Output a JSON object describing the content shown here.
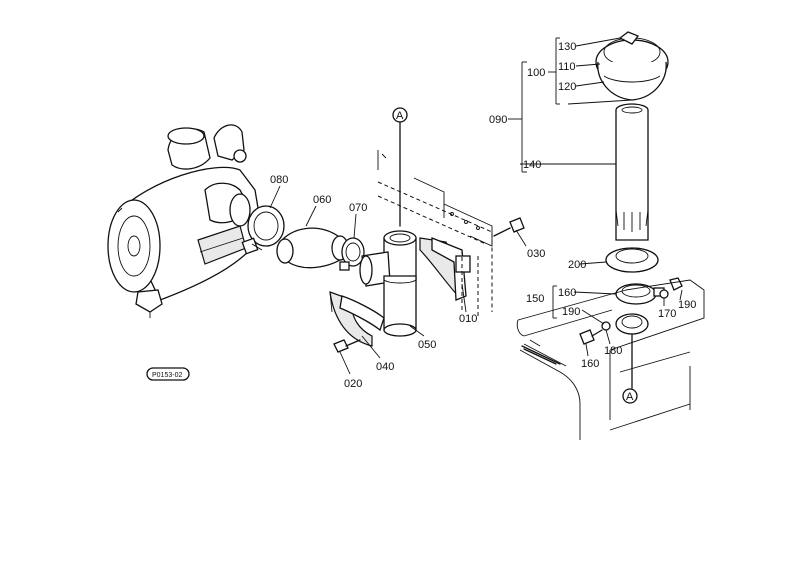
{
  "parts": {
    "p010": "010",
    "p020": "020",
    "p030": "030",
    "p040": "040",
    "p050": "050",
    "p060": "060",
    "p070": "070",
    "p080": "080",
    "p090": "090",
    "p100": "100",
    "p110": "110",
    "p120": "120",
    "p130": "130",
    "p140": "140",
    "p150": "150",
    "p160a": "160",
    "p160b": "160",
    "p170": "170",
    "p180": "180",
    "p190a": "190",
    "p190b": "190",
    "p200": "200"
  },
  "refs": {
    "a_top": "A",
    "a_bottom": "A"
  },
  "stamp": "P0153-02"
}
